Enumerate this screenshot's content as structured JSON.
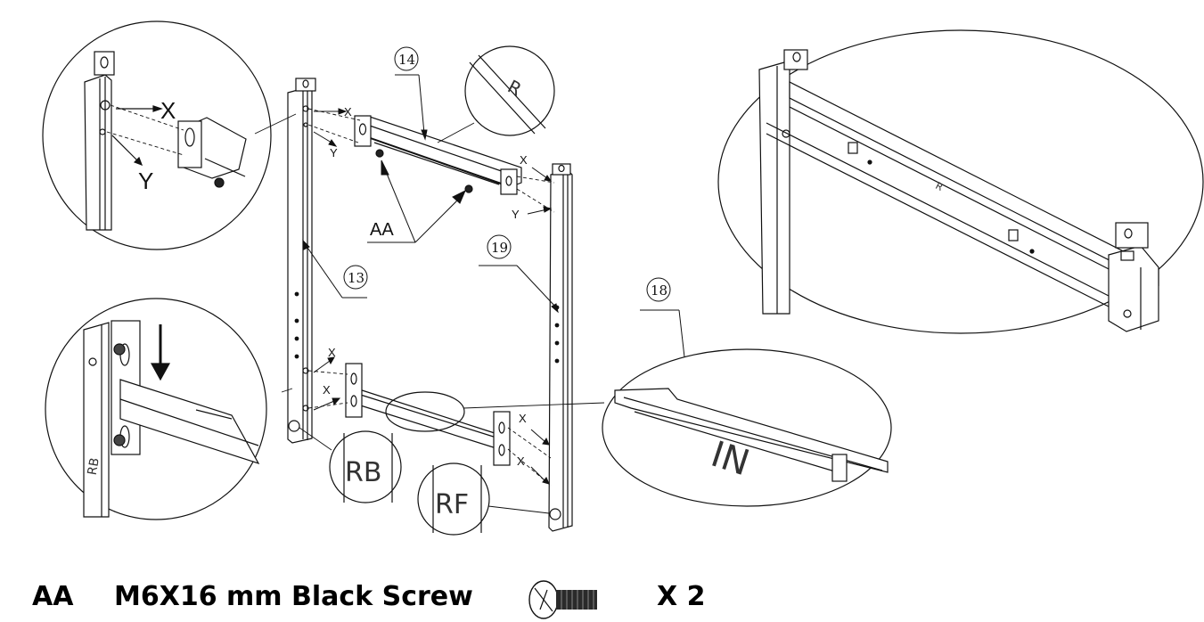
{
  "labels": {
    "x": "X",
    "y": "Y",
    "aa": "AA",
    "part_13": "13",
    "part_14": "14",
    "part_18": "18",
    "part_19": "19",
    "mark_r": "R",
    "mark_rb": "RB",
    "mark_rf": "RF",
    "mark_in": "IN"
  },
  "legend": {
    "code": "AA",
    "description": "M6X16 mm Black Screw",
    "quantity": "X 2",
    "icon": "screw-icon"
  }
}
